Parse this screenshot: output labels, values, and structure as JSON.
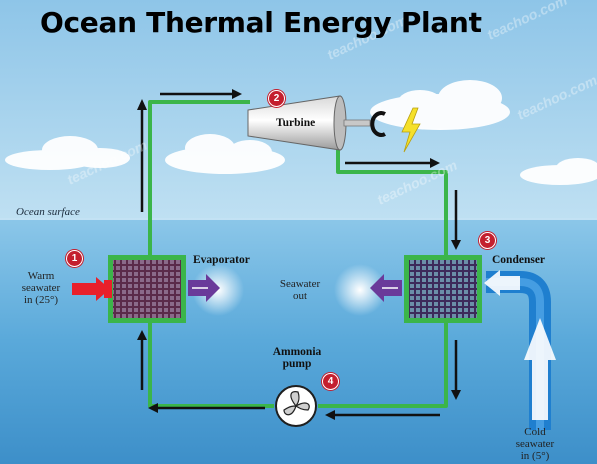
{
  "title": "Ocean Thermal Energy Plant",
  "ocean_surface_label": "Ocean surface",
  "components": {
    "turbine": "Turbine",
    "evaporator": "Evaporator",
    "condenser": "Condenser",
    "pump_line1": "Ammonia",
    "pump_line2": "pump"
  },
  "labels": {
    "warm_line1": "Warm",
    "warm_line2": "seawater",
    "warm_line3": "in (25°)",
    "seawater_out_line1": "Seawater",
    "seawater_out_line2": "out",
    "cold_line1": "Cold",
    "cold_line2": "seawater",
    "cold_line3": "in (5°)"
  },
  "steps": [
    "1",
    "2",
    "3",
    "4"
  ],
  "watermark": "teachoo.com",
  "colors": {
    "sky": "#a9d1ea",
    "sea": "#5faedb",
    "pipe": "#3bb54a",
    "warm_arrow": "#e8202a",
    "cold_pipe": "#1f7fcf",
    "outflow_arrow": "#6a3a9a",
    "badge": "#c41f2e",
    "heat_exchanger_grid": "#4a2a6a"
  }
}
